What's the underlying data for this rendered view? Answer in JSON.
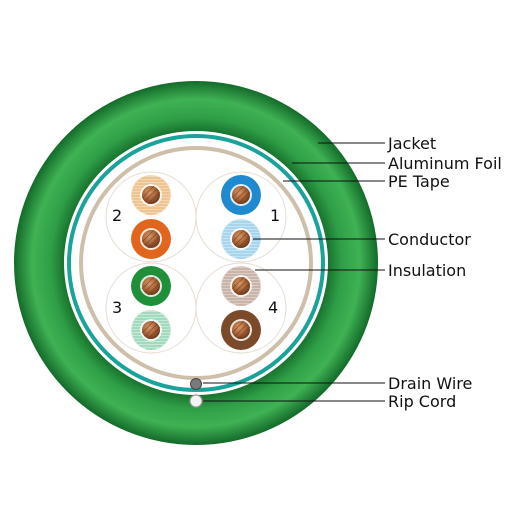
{
  "title": "",
  "colors": {
    "jacket": "#1e8a3a",
    "jacket_light": "#3fb254",
    "jacket_dark": "#146a2a",
    "foil": "#1aa39a",
    "pe_tape": "#cdbfaa",
    "copper": "#a86336",
    "copper_dark": "#6b3a1d",
    "background": "#ffffff"
  },
  "pairs": [
    {
      "number": "2",
      "color_name": "orange",
      "wires": [
        {
          "insulation": "#f3d7b0",
          "stripe": "#e6a864",
          "striped": true
        },
        {
          "insulation": "#e2651e",
          "stripe": "#e2651e",
          "striped": false
        }
      ]
    },
    {
      "number": "1",
      "color_name": "blue",
      "wires": [
        {
          "insulation": "#1f8ad0",
          "stripe": "#1f8ad0",
          "striped": false
        },
        {
          "insulation": "#c4e3f3",
          "stripe": "#7fbde4",
          "striped": true
        }
      ]
    },
    {
      "number": "3",
      "color_name": "green",
      "wires": [
        {
          "insulation": "#1f8f3a",
          "stripe": "#1f8f3a",
          "striped": false
        },
        {
          "insulation": "#c6e8d6",
          "stripe": "#6cc49a",
          "striped": true
        }
      ]
    },
    {
      "number": "4",
      "color_name": "brown",
      "wires": [
        {
          "insulation": "#dccdc4",
          "stripe": "#a98e80",
          "striped": true
        },
        {
          "insulation": "#7b4a2a",
          "stripe": "#7b4a2a",
          "striped": false
        }
      ]
    }
  ],
  "labels": {
    "jacket": "Jacket",
    "aluminum_foil": "Aluminum Foil",
    "pe_tape": "PE Tape",
    "conductor": "Conductor",
    "insulation": "Insulation",
    "drain_wire": "Drain Wire",
    "rip_cord": "Rip Cord"
  }
}
